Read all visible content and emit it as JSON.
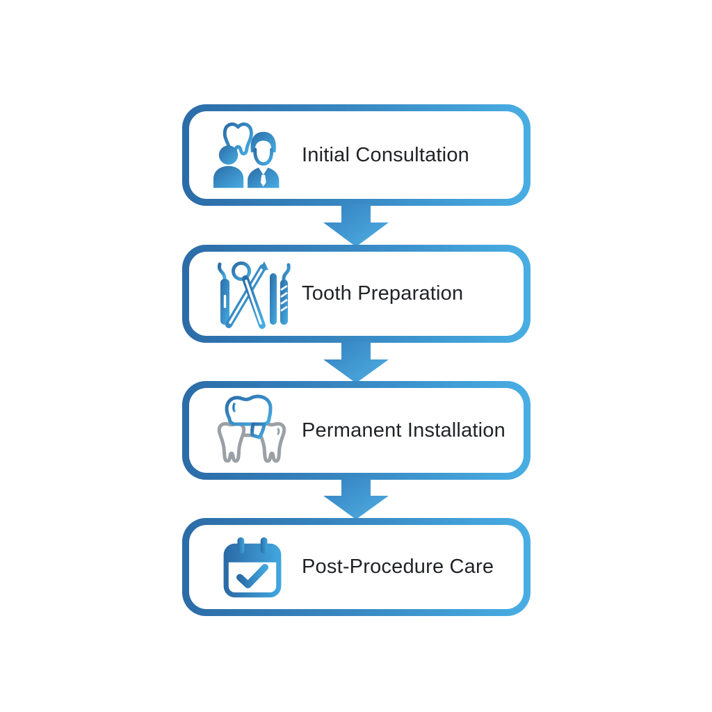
{
  "diagram": {
    "title": "dental-crown-procedure-flowchart",
    "steps": [
      {
        "label": "Initial Consultation",
        "icon": "dentist-consultation-icon"
      },
      {
        "label": "Tooth Preparation",
        "icon": "dental-tools-icon"
      },
      {
        "label": "Permanent Installation",
        "icon": "dental-crown-bridge-icon"
      },
      {
        "label": "Post-Procedure Care",
        "icon": "calendar-check-icon"
      }
    ],
    "connector": "down-arrow",
    "colors": {
      "background": "#ffffff",
      "box_fill": "#ffffff",
      "border_gradient_start": "#2b6ca7",
      "border_gradient_end": "#49aee3",
      "arrow_gradient_start": "#3480bf",
      "arrow_gradient_end": "#4fafe2",
      "icon_blue_dark": "#2b6ca7",
      "icon_blue_light": "#41a5dd",
      "icon_gray": "#9aa0a6",
      "text_color": "#212327"
    }
  }
}
